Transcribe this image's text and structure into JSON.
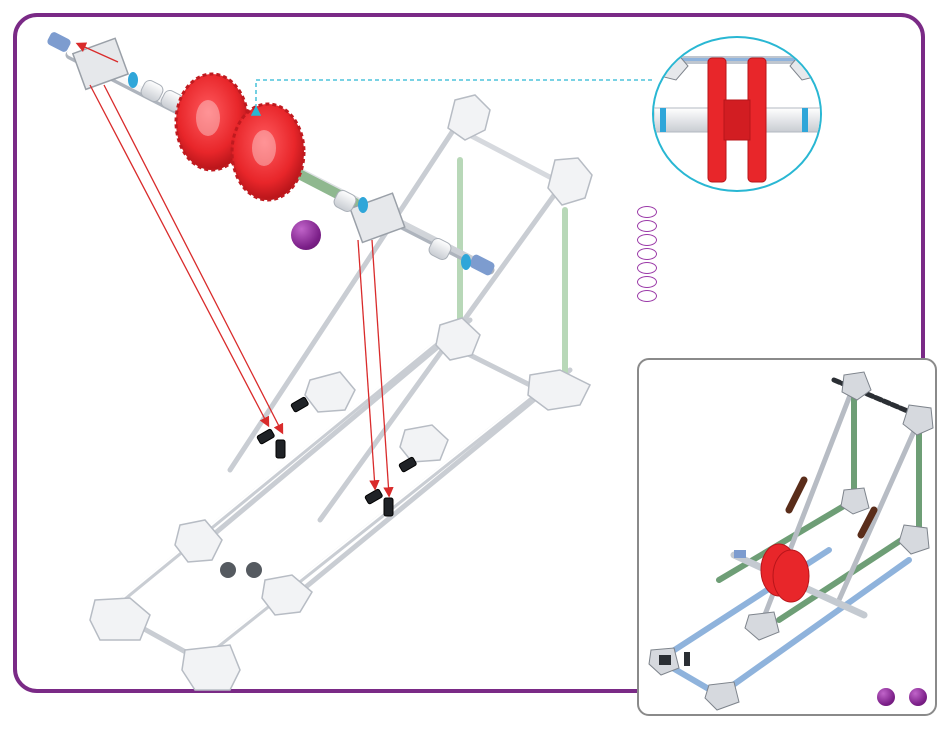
{
  "diagram": {
    "frame_color": "#7a2a86",
    "accent_red": "#e8262a",
    "connector_line_color": "#d92b2b",
    "callout_line_color": "#29b7d3",
    "marker_color": "#8a2a97",
    "icons": {
      "detail_view": "zoom-detail-circle",
      "finished_model": "finished-model-preview",
      "quantity_markers": "empty-quantity-ovals",
      "step_markers": "purple-dot-markers"
    },
    "quantity_marker_count": 7,
    "preview_marker_count": 2
  }
}
